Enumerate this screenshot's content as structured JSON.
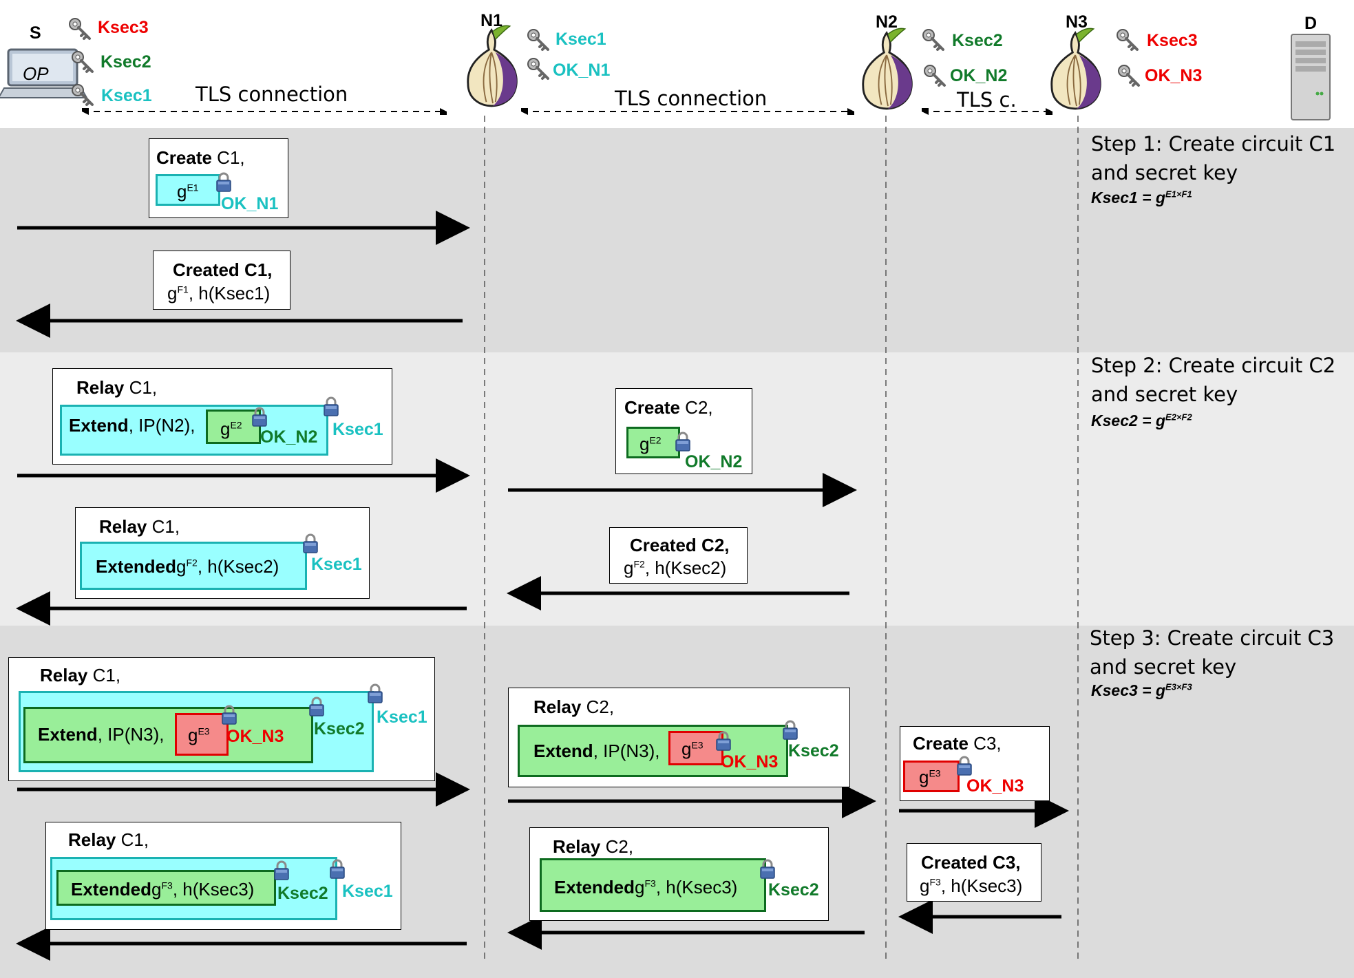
{
  "nodes": {
    "s": "S",
    "op": "OP",
    "n1": "N1",
    "n2": "N2",
    "n3": "N3",
    "d": "D"
  },
  "keys": {
    "s": [
      "Ksec3",
      "Ksec2",
      "Ksec1"
    ],
    "n1": [
      "Ksec1",
      "OK_N1"
    ],
    "n2": [
      "Ksec2",
      "OK_N2"
    ],
    "n3": [
      "Ksec3",
      "OK_N3"
    ]
  },
  "tls": {
    "s_n1": "TLS connection",
    "n1_n2": "TLS connection",
    "n2_n3": "TLS c."
  },
  "steps": [
    {
      "line1": "Step 1: Create circuit C1",
      "line2": "and secret key",
      "formula_base": "Ksec1 = g",
      "formula_exp": "E1×F1"
    },
    {
      "line1": "Step 2: Create circuit C2",
      "line2": "and secret key",
      "formula_base": "Ksec2 = g",
      "formula_exp": "E2×F2"
    },
    {
      "line1": "Step 3: Create circuit C3",
      "line2": "and secret key",
      "formula_base": "Ksec3 = g",
      "formula_exp": "E3×F3"
    }
  ],
  "labels": {
    "create": "Create",
    "created": "Created",
    "relay": "Relay",
    "extend": "Extend",
    "extended": "Extended",
    "c1": " C1,",
    "c2": " C2,",
    "c3": " C3,",
    "created_c1": "Created C1,",
    "created_c2": "Created C2,",
    "created_c3": "Created C3,",
    "g": "g",
    "e1": "E1",
    "e2": "E2",
    "e3": "E3",
    "f1": "F1",
    "f2": "F2",
    "f3": "F3",
    "ip_n2": ", IP(N2),",
    "ip_n3": ", IP(N3),",
    "h_ksec1": ", h(Ksec1)",
    "h_ksec2": ", h(Ksec2)",
    "h_ksec3": ", h(Ksec3)",
    "ok_n1": "OK_N1",
    "ok_n2": "OK_N2",
    "ok_n3": "OK_N3",
    "ksec1": "Ksec1",
    "ksec2": "Ksec2",
    "ksec3": "Ksec3"
  },
  "colors": {
    "band_dark": "#dcdcdc",
    "band_light": "#ececec",
    "cyan_fill": "#99ffff",
    "green_fill": "#99ee99",
    "red_fill": "#f58a8a",
    "red_text": "#ee0000",
    "green_text": "#117a2a",
    "cyan_text": "#1ac1c1"
  },
  "icons": {
    "s": "laptop-icon",
    "n1": "tor-onion-icon",
    "n2": "tor-onion-icon",
    "n3": "tor-onion-icon",
    "d": "server-icon",
    "key": "key-icon",
    "lock": "padlock-icon"
  }
}
